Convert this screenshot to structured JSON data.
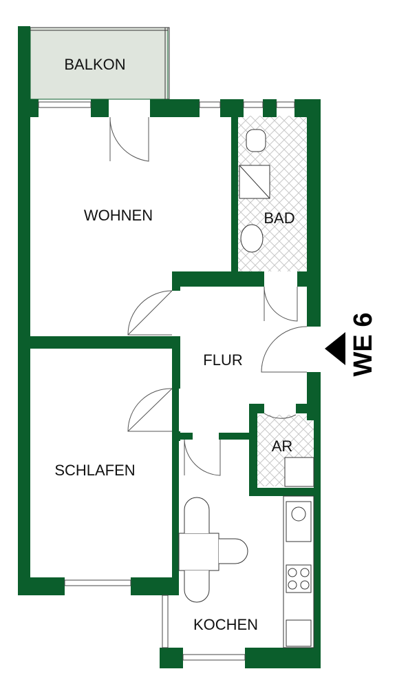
{
  "plan": {
    "wall_color": "#0b5e2c",
    "balcony_color": "#dfe5dd",
    "tile_color": "#c8c8c8",
    "rooms": {
      "balkon": "BALKON",
      "wohnen": "WOHNEN",
      "bad": "BAD",
      "flur": "FLUR",
      "ar": "AR",
      "schlafen": "SCHLAFEN",
      "kochen": "KOCHEN"
    },
    "unit_label": "WE 6",
    "entrance_icon": "triangle-entrance-icon"
  }
}
